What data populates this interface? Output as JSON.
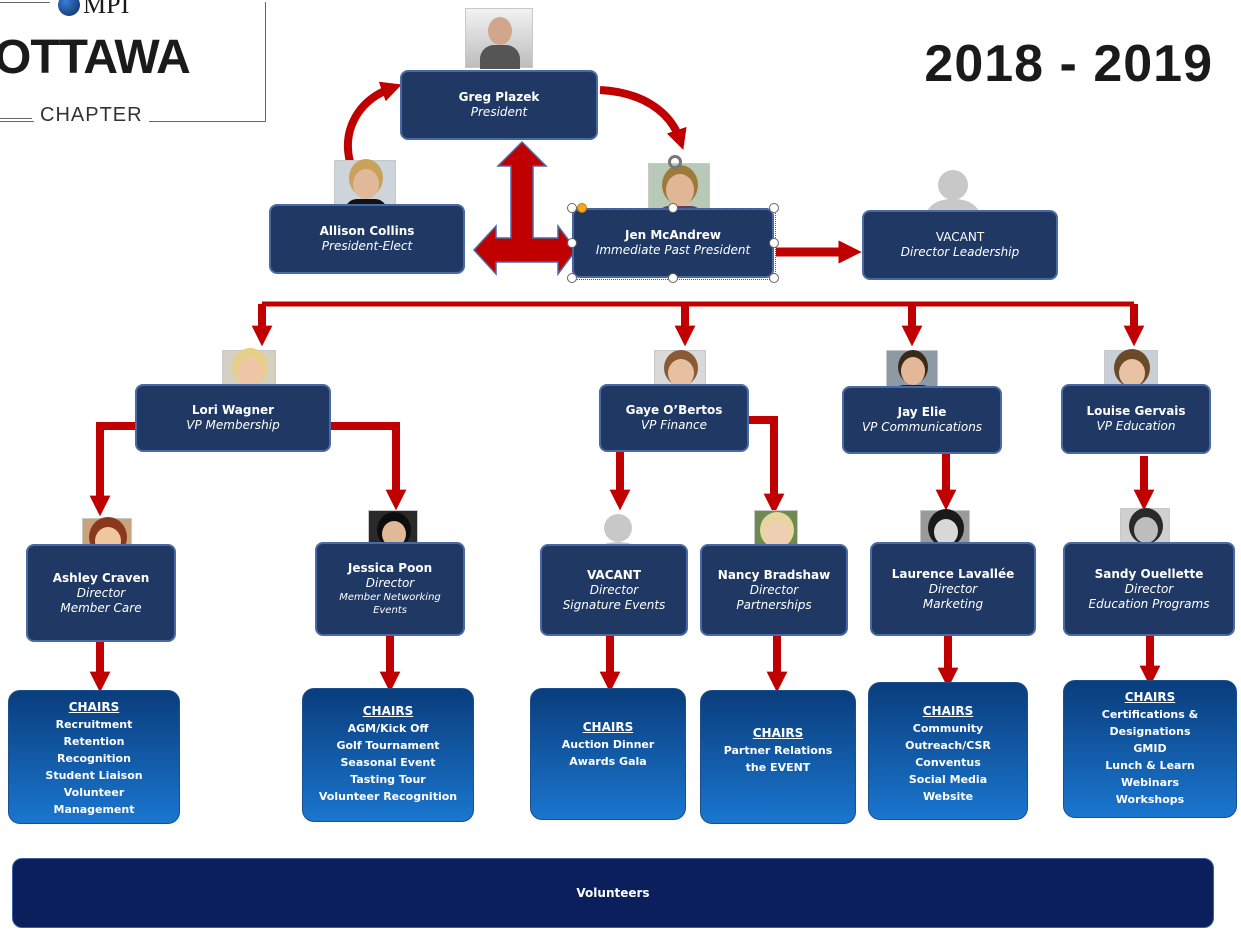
{
  "header": {
    "logo_brand": "MPI",
    "logo_city": "OTTAWA",
    "logo_chapter": "CHAPTER",
    "year": "2018 - 2019"
  },
  "colors": {
    "node_fill": "#1f3864",
    "chairs_gradient_top": "#0a3d7c",
    "chairs_gradient_bottom": "#1a76cf",
    "arrow_red": "#c00000",
    "volunteers_fill": "#0b1f5c"
  },
  "executive": {
    "president": {
      "name": "Greg Plazek",
      "role": "President"
    },
    "president_elect": {
      "name": "Allison Collins",
      "role": "President-Elect"
    },
    "past_president": {
      "name": "Jen McAndrew",
      "role": "Immediate Past President"
    },
    "director_leadership": {
      "name": "VACANT",
      "role": "Director Leadership"
    }
  },
  "vps": [
    {
      "name": "Lori Wagner",
      "role": "VP Membership"
    },
    {
      "name": "Gaye O’Bertos",
      "role": "VP Finance"
    },
    {
      "name": "Jay Elie",
      "role": "VP Communications"
    },
    {
      "name": "Louise Gervais",
      "role": "VP Education"
    }
  ],
  "directors": [
    {
      "name": "Ashley Craven",
      "role1": "Director",
      "role2": "Member Care"
    },
    {
      "name": "Jessica Poon",
      "role1": "Director",
      "role2": "Member Networking Events"
    },
    {
      "name": "VACANT",
      "role1": "Director",
      "role2": "Signature Events"
    },
    {
      "name": "Nancy Bradshaw",
      "role1": "Director",
      "role2": "Partnerships"
    },
    {
      "name": "Laurence Lavallée",
      "role1": "Director",
      "role2": "Marketing"
    },
    {
      "name": "Sandy Ouellette",
      "role1": "Director",
      "role2": "Education Programs"
    }
  ],
  "chairs": [
    {
      "header": "CHAIRS",
      "items": [
        "Recruitment",
        "Retention",
        "Recognition",
        "Student Liaison",
        "Volunteer",
        "Management"
      ]
    },
    {
      "header": "CHAIRS",
      "items": [
        "AGM/Kick Off",
        "Golf Tournament",
        "Seasonal Event",
        "Tasting Tour",
        "Volunteer Recognition"
      ]
    },
    {
      "header": "CHAIRS",
      "items": [
        "Auction Dinner",
        "Awards Gala"
      ]
    },
    {
      "header": "CHAIRS",
      "items": [
        "Partner Relations",
        "the EVENT"
      ]
    },
    {
      "header": "CHAIRS",
      "items": [
        "Community",
        "Outreach/CSR",
        "Conventus",
        "Social Media",
        "Website"
      ]
    },
    {
      "header": "CHAIRS",
      "items": [
        "Certifications &",
        "Designations",
        "GMID",
        "Lunch & Learn",
        "Webinars",
        "Workshops"
      ]
    }
  ],
  "footer": {
    "volunteers": "Volunteers"
  }
}
